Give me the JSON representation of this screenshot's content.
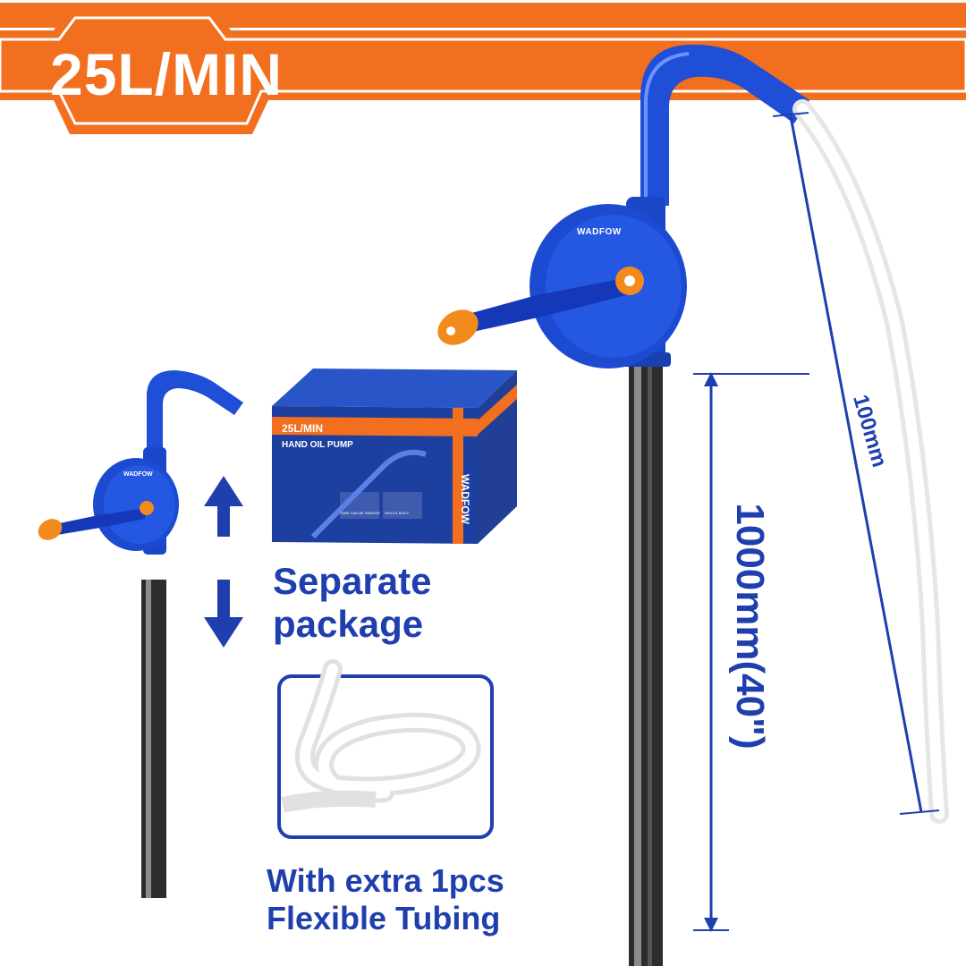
{
  "banner": {
    "headline": "25L/MIN",
    "colors": {
      "orange": "#f26f1f",
      "navy": "#1f3fae"
    }
  },
  "left": {
    "package_note": [
      "Separate",
      "package"
    ],
    "tubing_note": [
      "With extra 1pcs",
      "Flexible Tubing"
    ]
  },
  "dimensions": {
    "tube_length": "1000mm(40\")",
    "hose_length": "100mm"
  },
  "brand": "WADFOW",
  "box": {
    "rate": "25L/MIN",
    "product": "HAND OIL PUMP",
    "brand": "WADFOW",
    "panel_1": "TUBE CAN BE REMOVE",
    "panel_2": "WHOLE BODY"
  },
  "icons": [
    "arrow-up-icon",
    "arrow-down-icon",
    "dimension-arrow-icon"
  ]
}
